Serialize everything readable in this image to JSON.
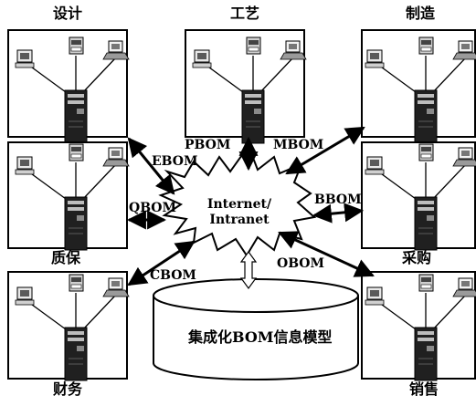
{
  "departments": {
    "design": "设计",
    "process": "工艺",
    "manufacturing": "制造",
    "quality": "质保",
    "purchasing": "采购",
    "finance": "财务",
    "sales": "销售"
  },
  "bom_labels": {
    "ebom": "EBOM",
    "pbom": "PBOM",
    "mbom": "MBOM",
    "qbom": "QBOM",
    "bbom": "BBOM",
    "cbom": "CBOM",
    "obom": "OBOM"
  },
  "hub": {
    "line1": "Internet/",
    "line2": "Intranet"
  },
  "database": {
    "label": "集成化BOM信息模型"
  }
}
